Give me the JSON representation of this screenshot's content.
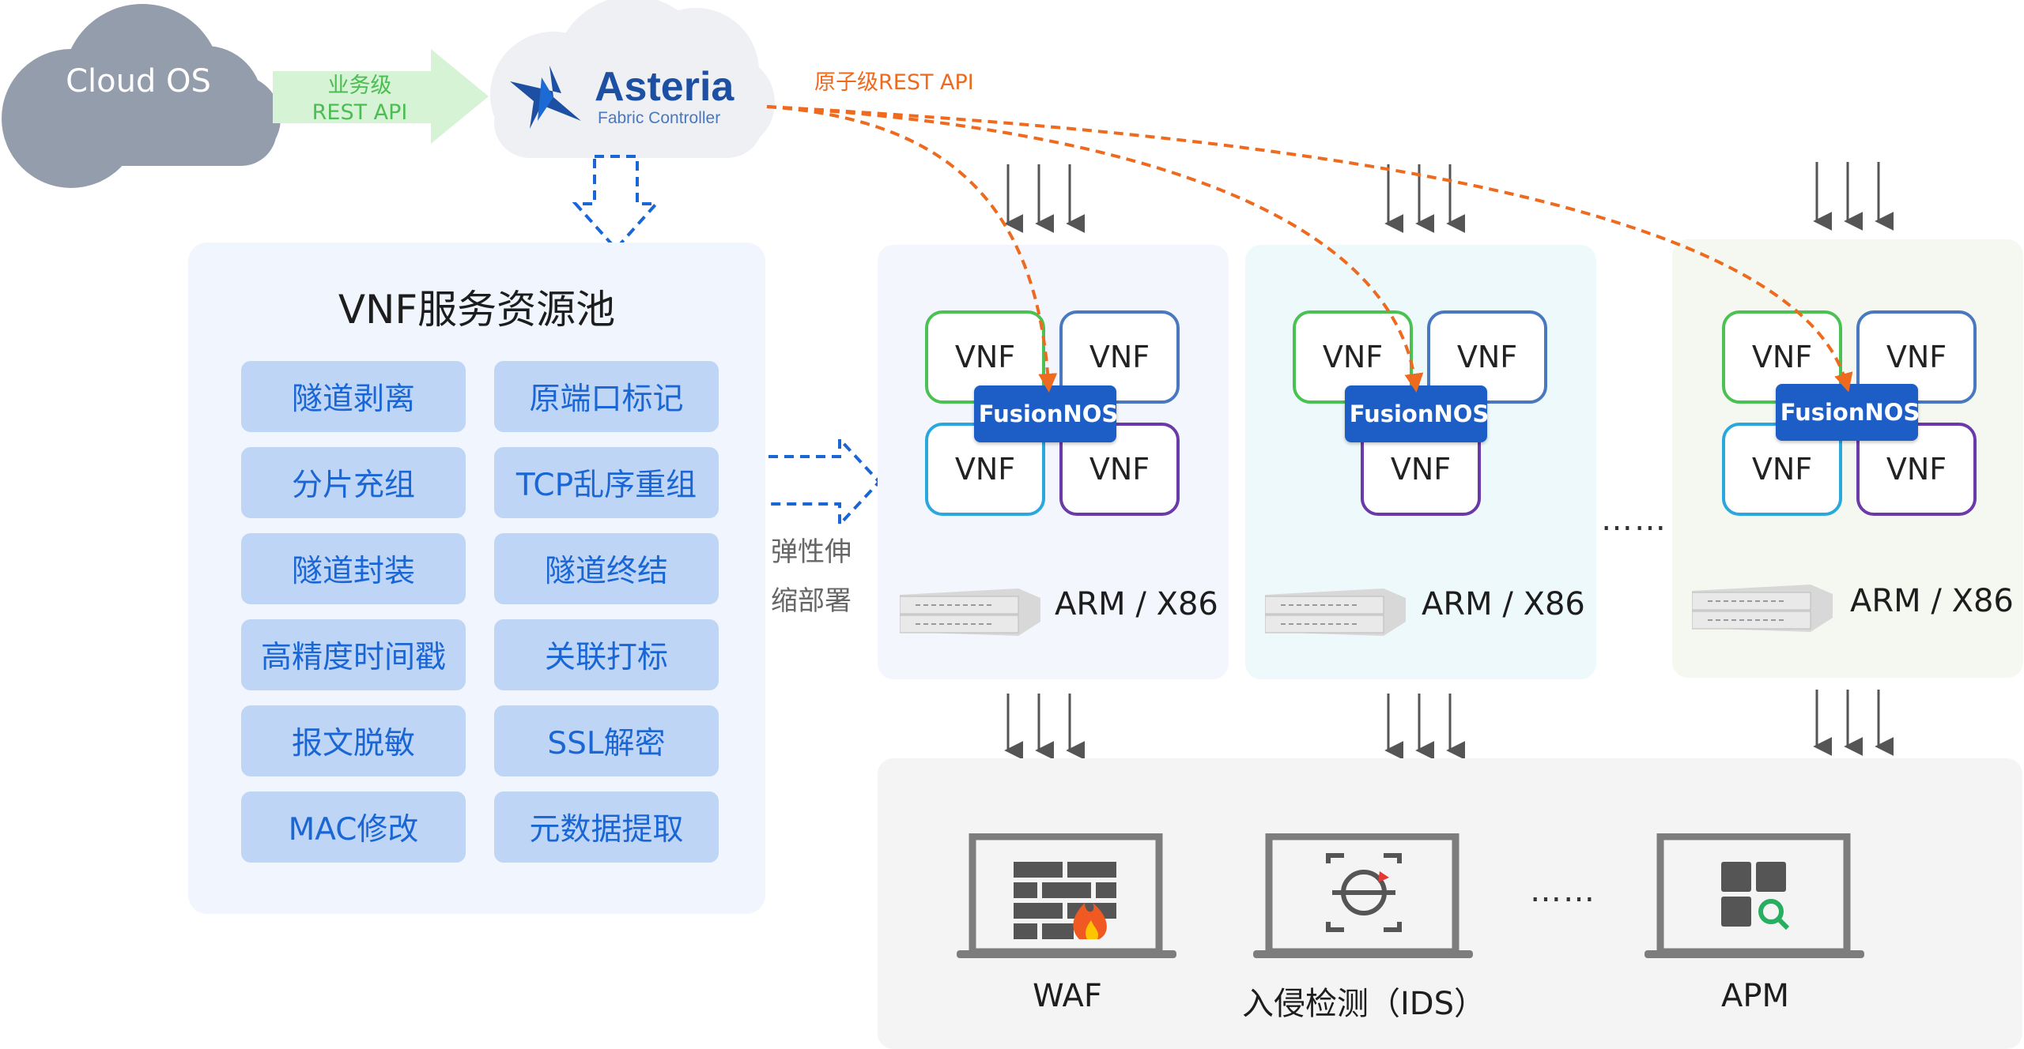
{
  "cloud_os": "Cloud OS",
  "controller": {
    "brand": "Asteria",
    "subtitle": "Fabric Controller"
  },
  "business_api": {
    "line1": "业务级",
    "line2": "REST API"
  },
  "atomic_api": "原子级REST API",
  "pool": {
    "title": "VNF服务资源池",
    "items": [
      "隧道剥离",
      "原端口标记",
      "分片充组",
      "TCP乱序重组",
      "隧道封装",
      "隧道终结",
      "高精度时间戳",
      "关联打标",
      "报文脱敏",
      "SSL解密",
      "MAC修改",
      "元数据提取"
    ]
  },
  "elastic": {
    "line1": "弹性伸",
    "line2": "缩部署"
  },
  "vnf_label": "VNF",
  "fusionnos": "FusionNOS",
  "server_label": "ARM / X86",
  "ellipsis": "……",
  "tools": [
    "WAF",
    "入侵检测（IDS）",
    "APM"
  ],
  "colors": {
    "blue_accent": "#1966d4",
    "orange_dashed": "#ee6a1f",
    "vnf_green": "#4bc154",
    "vnf_blue": "#4a78bf",
    "vnf_cyan": "#2aa8de",
    "vnf_purple": "#6a3aa8",
    "fusionnos_bg": "#1d5ec6"
  }
}
